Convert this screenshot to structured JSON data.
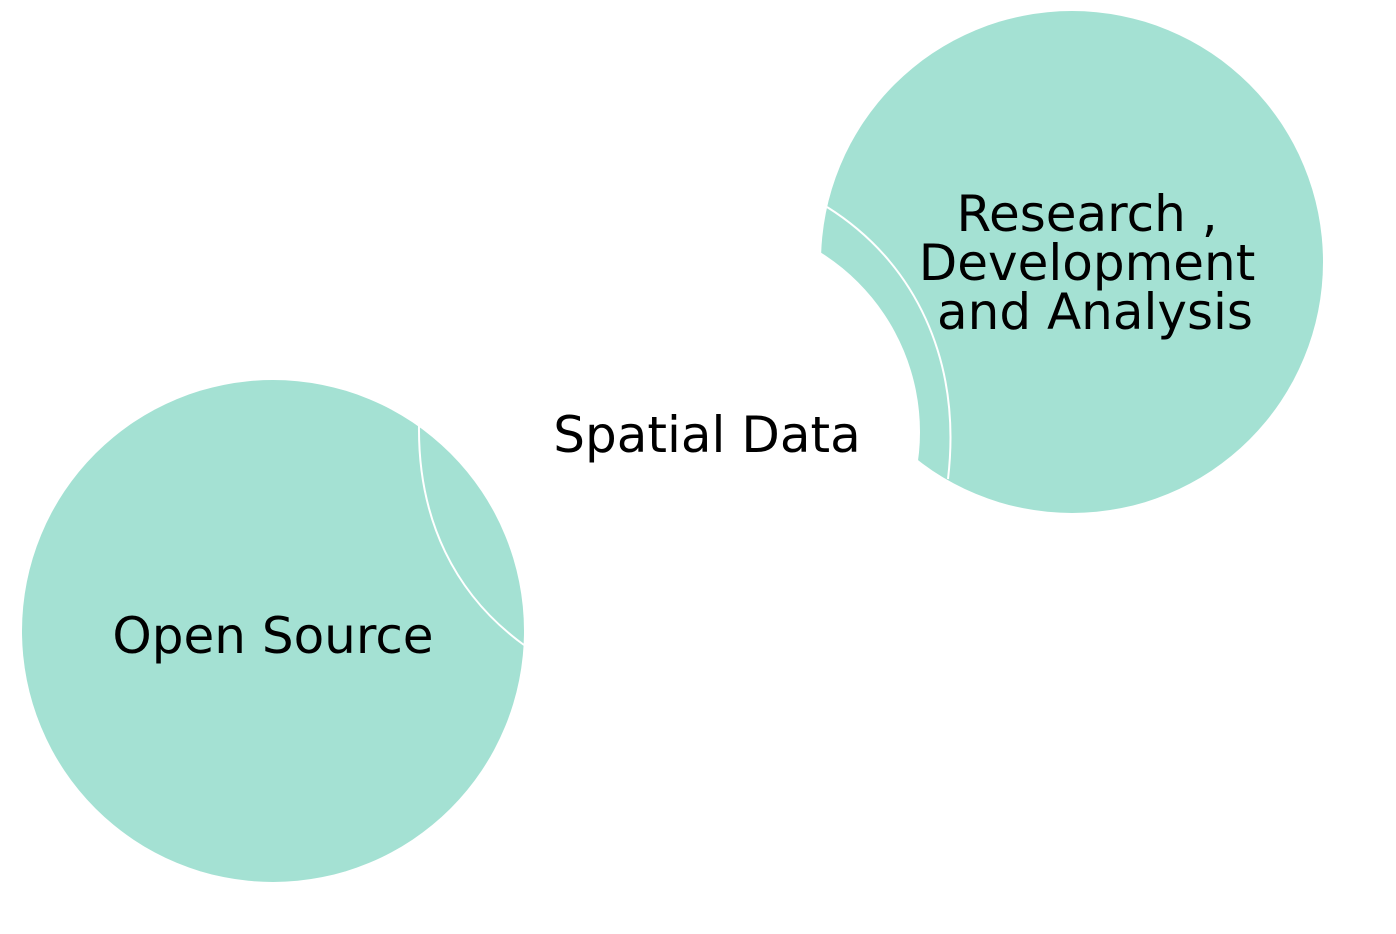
{
  "diagram": {
    "center": {
      "label": "Spatial Data"
    },
    "nodes": [
      {
        "id": "open-source",
        "label_lines": [
          "Open Source"
        ]
      },
      {
        "id": "research",
        "label_lines": [
          "Research ,",
          "Development",
          "and Analysis"
        ]
      }
    ]
  },
  "colors": {
    "bubble_fill": "#a4e1d3",
    "divider": "#ffffff",
    "text": "#000000",
    "background": "#ffffff"
  }
}
